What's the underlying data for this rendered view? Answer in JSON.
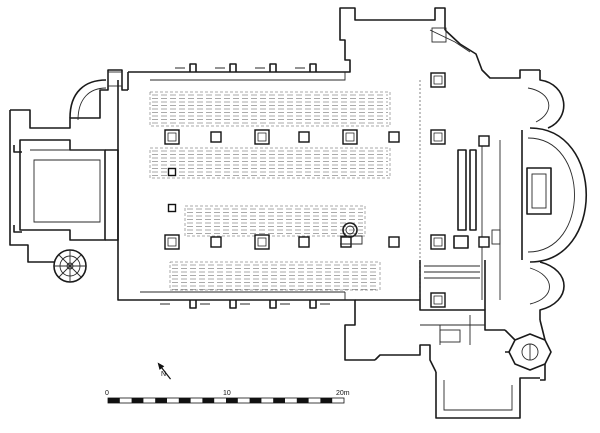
{
  "scale_bar": {
    "label_start": "0",
    "label_mid": "10",
    "label_end": "20m"
  },
  "north_arrow": {
    "letter": "N"
  }
}
